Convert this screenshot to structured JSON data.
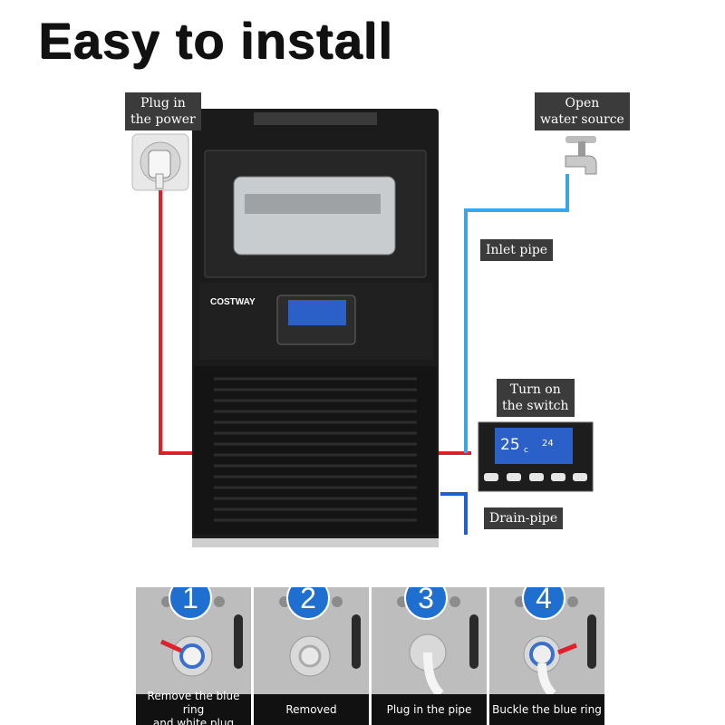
{
  "headline": "Easy to install",
  "brand": "COSTWAY",
  "display": {
    "temp": "25",
    "unit": "c",
    "hours": "24"
  },
  "callouts": {
    "power": "Plug in\nthe power",
    "water": "Open\nwater source",
    "inlet": "Inlet pipe",
    "switch": "Turn on\nthe switch",
    "drain": "Drain-pipe"
  },
  "steps": [
    {
      "number": "1",
      "caption": "Remove the blue ring\nand white plug"
    },
    {
      "number": "2",
      "caption": "Removed"
    },
    {
      "number": "3",
      "caption": "Plug in the pipe"
    },
    {
      "number": "4",
      "caption": "Buckle the blue ring"
    }
  ],
  "colors": {
    "power_cord": "#d8232a",
    "water_pipe": "#3aa6e8",
    "drain_pipe": "#1f5fd1",
    "step_badge": "#1f6fd1"
  }
}
